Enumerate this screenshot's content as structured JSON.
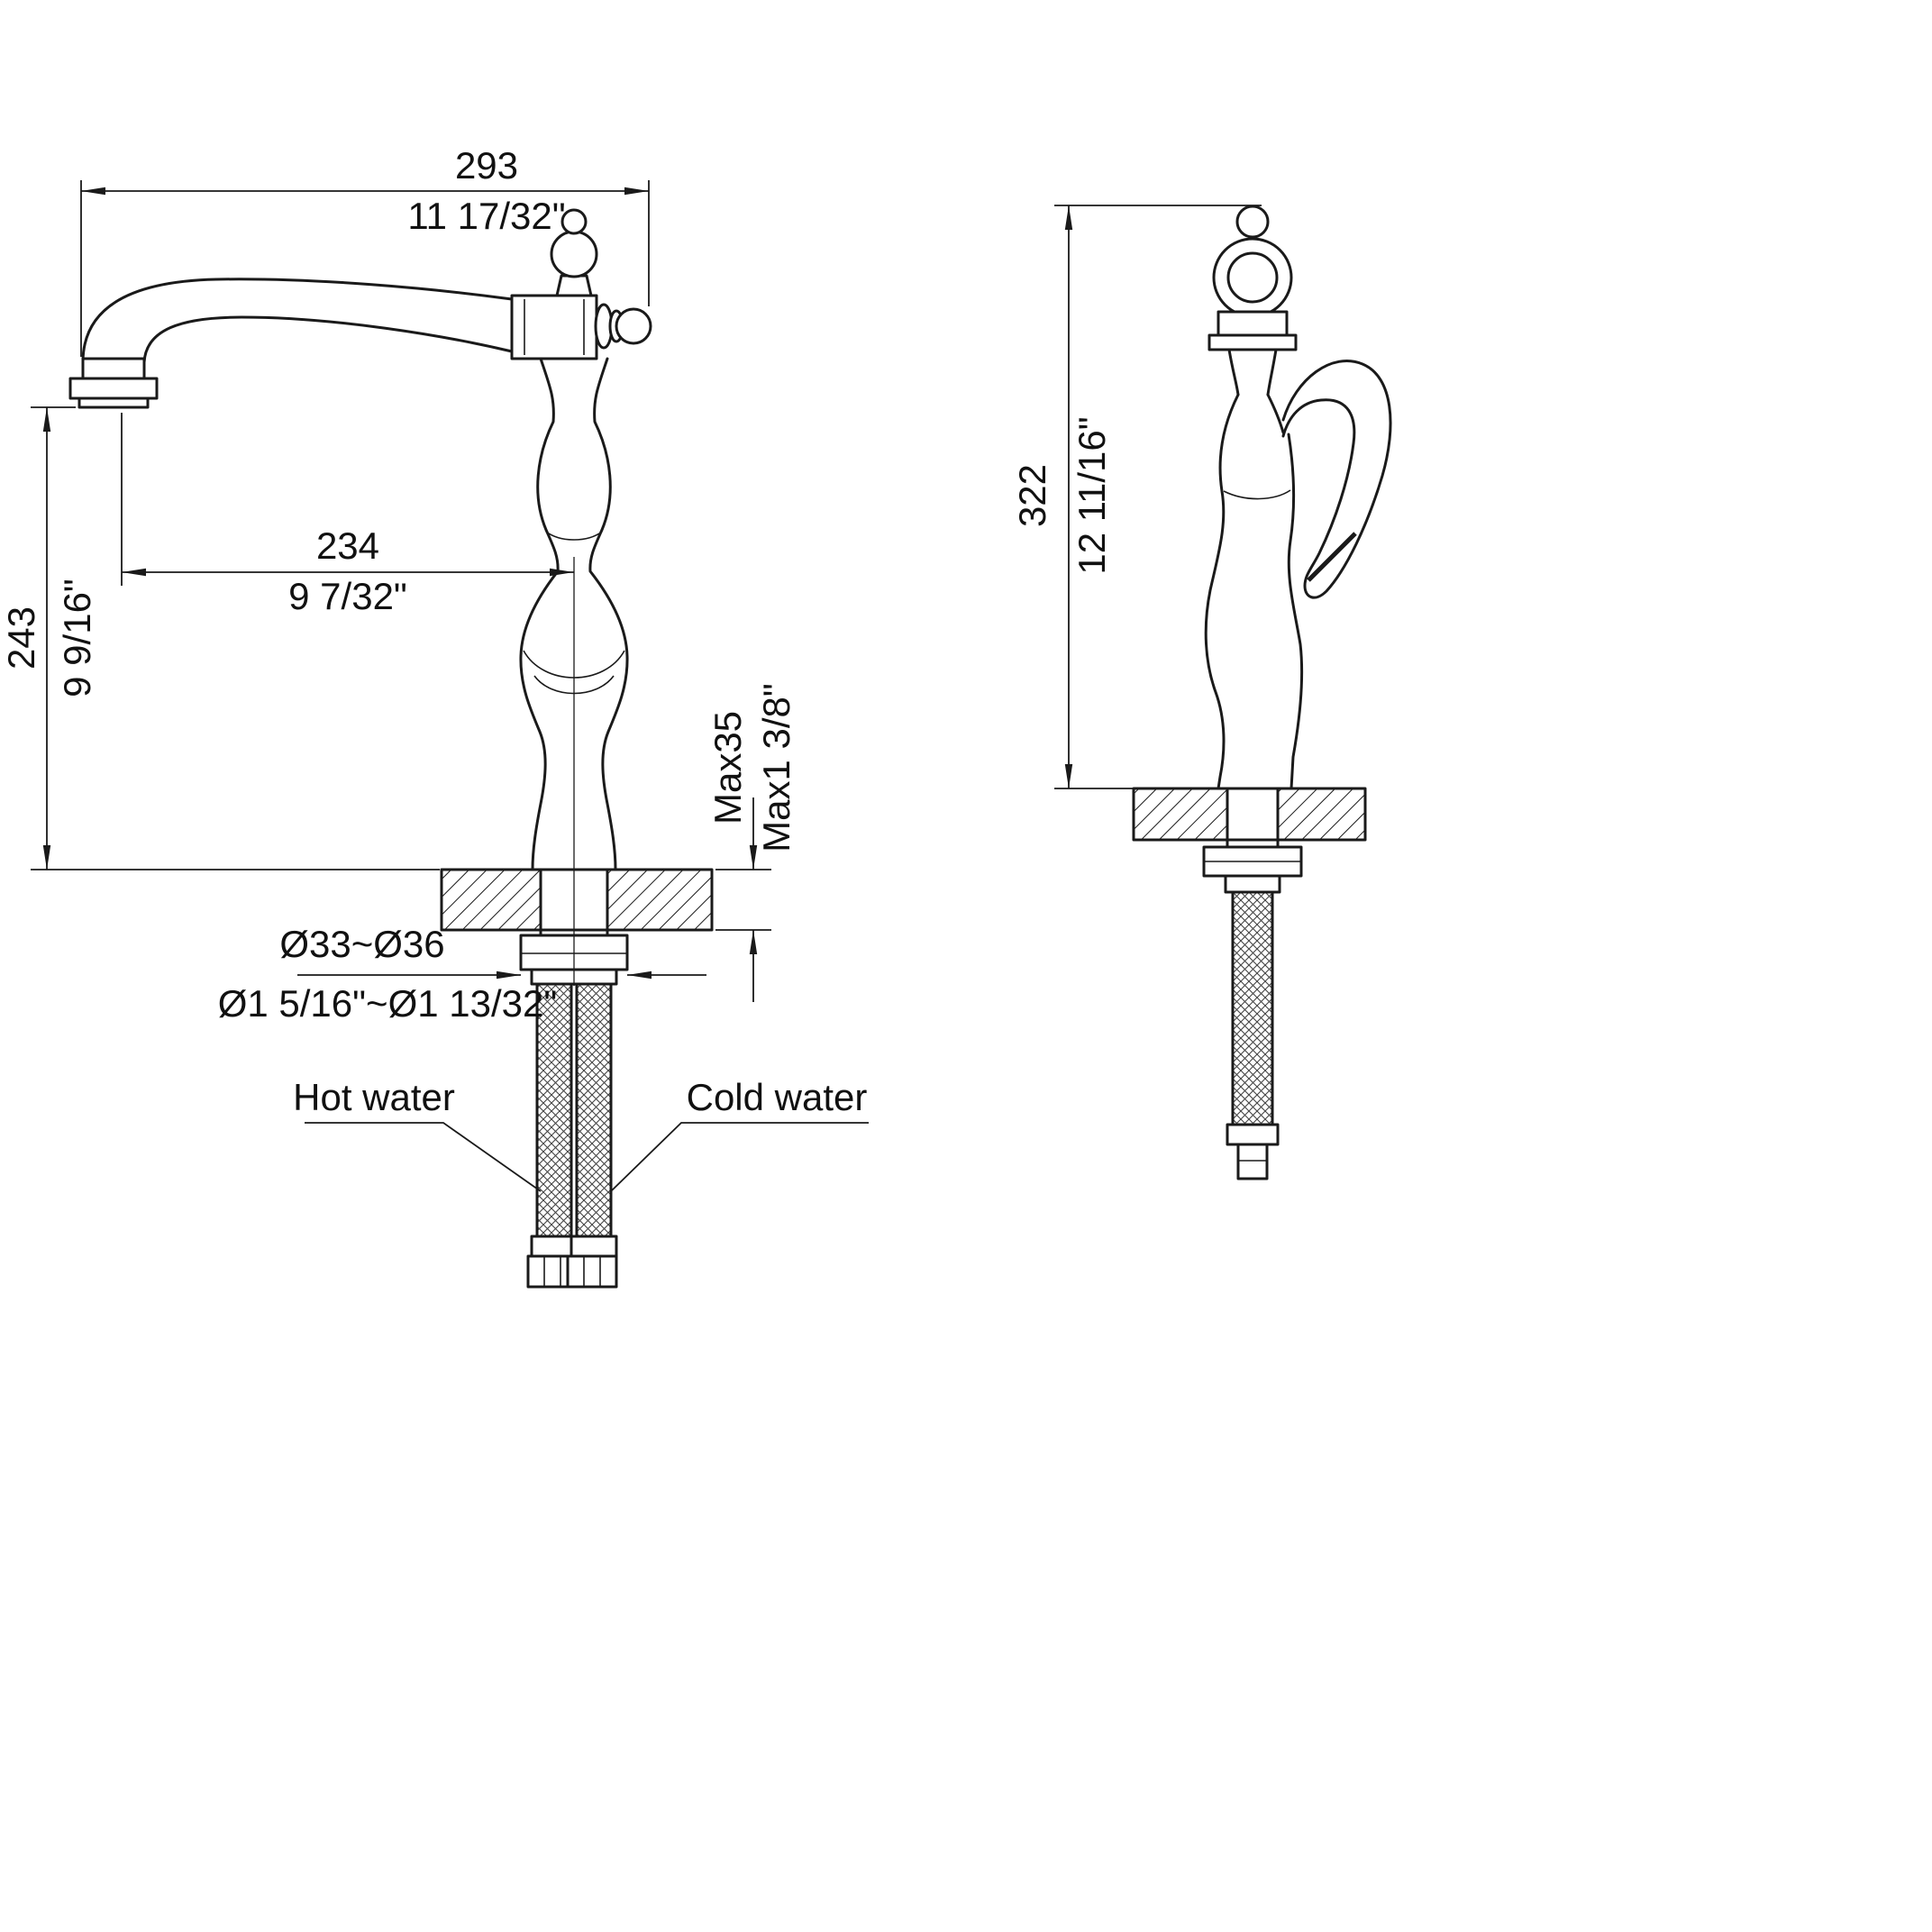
{
  "colors": {
    "line_color": "#1a1a1a",
    "background": "#ffffff"
  },
  "front_view": {
    "spout_reach_mm": "293",
    "spout_reach_in": "11 17/32\"",
    "spout_offset_mm": "234",
    "spout_offset_in": "9 7/32\"",
    "spout_height_mm": "243",
    "spout_height_in": "9 9/16\"",
    "deck_max_mm": "Max35",
    "deck_max_in": "Max1 3/8\"",
    "hole_mm": "Ø33~Ø36",
    "hole_in": "Ø1 5/16\"~Ø1 13/32\"",
    "hot_water_label": "Hot water",
    "cold_water_label": "Cold water"
  },
  "side_view": {
    "height_mm": "322",
    "height_in": "12 11/16\""
  }
}
